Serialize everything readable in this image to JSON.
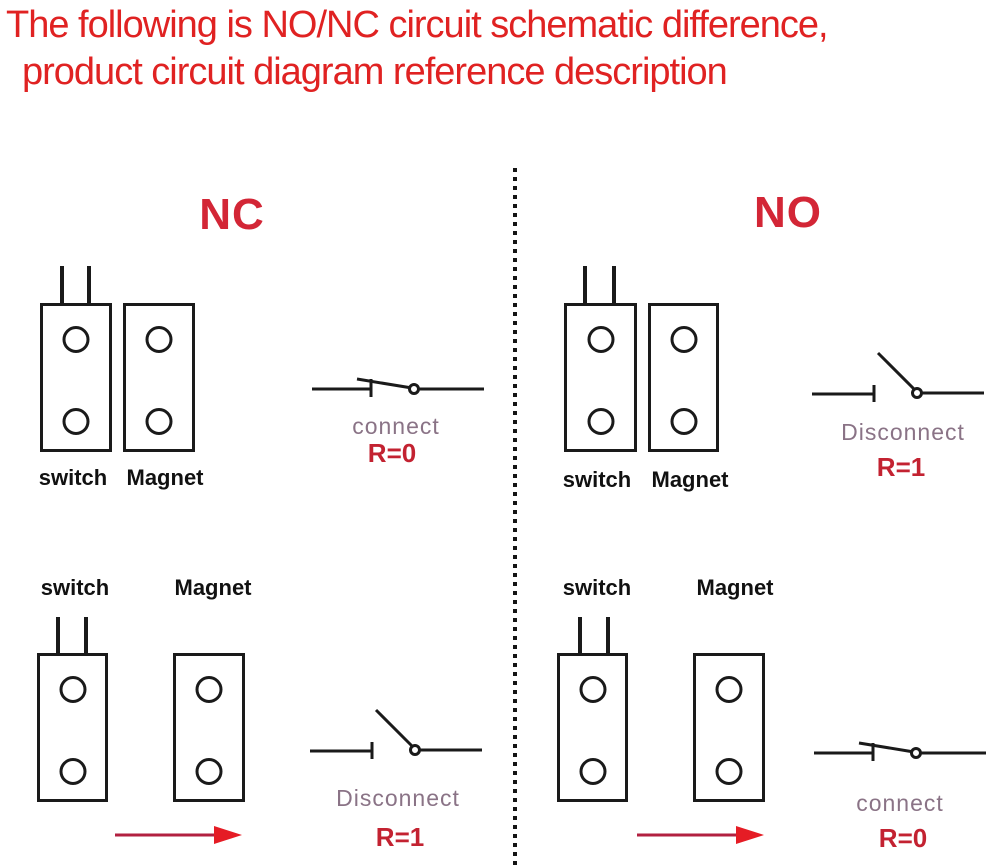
{
  "title": {
    "line1": "The following is NO/NC circuit schematic difference,",
    "line2": "product circuit diagram reference description"
  },
  "colors": {
    "title_red": "#e02222",
    "heading_red": "#d32636",
    "value_red": "#c32231",
    "state_mauve": "#8a7386",
    "line_black": "#1a1a1a",
    "arrow_shaft_red": "#b22040",
    "arrow_head_red": "#e51c25"
  },
  "nc": {
    "heading": "NC",
    "near": {
      "switch_label": "switch",
      "magnet_label": "Magnet",
      "state": "connect",
      "value": "R=0"
    },
    "far": {
      "switch_label": "switch",
      "magnet_label": "Magnet",
      "state": "Disconnect",
      "value": "R=1"
    }
  },
  "no": {
    "heading": "NO",
    "near": {
      "switch_label": "switch",
      "magnet_label": "Magnet",
      "state": "Disconnect",
      "value": "R=1"
    },
    "far": {
      "switch_label": "switch",
      "magnet_label": "Magnet",
      "state": "connect",
      "value": "R=0"
    }
  }
}
